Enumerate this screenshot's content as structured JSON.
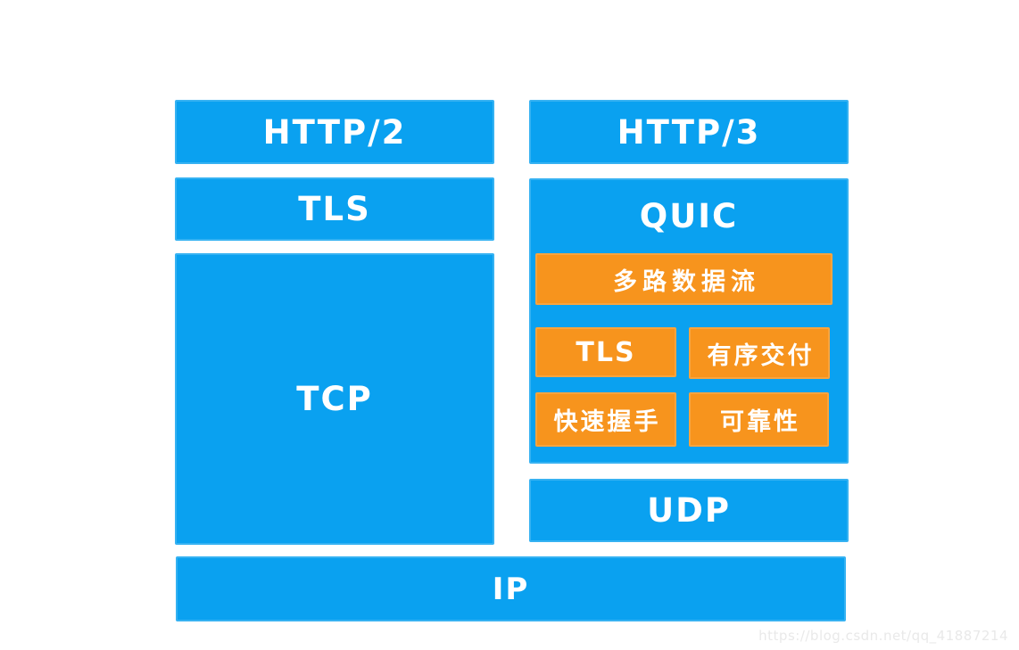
{
  "diagram": {
    "left_stack": {
      "http2": "HTTP/2",
      "tls": "TLS",
      "tcp": "TCP"
    },
    "right_stack": {
      "http3": "HTTP/3",
      "quic": "QUIC",
      "quic_features": {
        "multiplex": "多路数据流",
        "tls": "TLS",
        "ordered_delivery": "有序交付",
        "fast_handshake": "快速握手",
        "reliability": "可靠性"
      },
      "udp": "UDP"
    },
    "base": {
      "ip": "IP"
    },
    "colors": {
      "layer_blue": "#0aa1f0",
      "feature_orange": "#f7941d",
      "label_white": "#ffffff",
      "watermark_gray": "#e9e9e9",
      "background": "#ffffff"
    },
    "watermark": "https://blog.csdn.net/qq_41887214"
  }
}
